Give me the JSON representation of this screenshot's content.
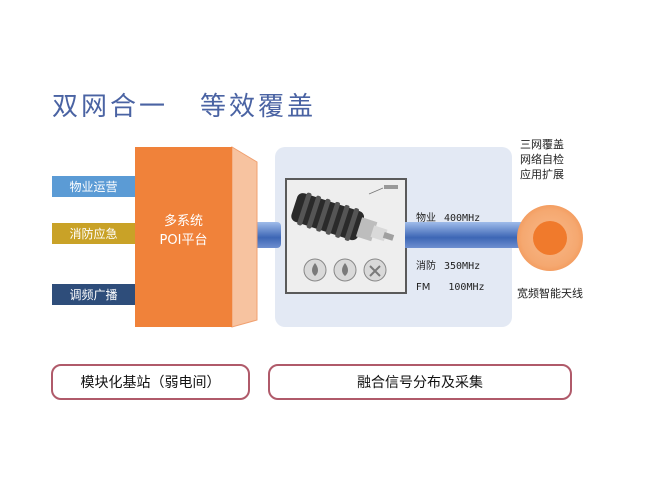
{
  "title": {
    "part1": "双网合一",
    "part2": "等效覆盖"
  },
  "left_labels": [
    {
      "text": "物业运营",
      "color": "#5b9bd5"
    },
    {
      "text": "消防应急",
      "color": "#c9a227"
    },
    {
      "text": "调频广播",
      "color": "#2e4d7a"
    }
  ],
  "poi": {
    "line1": "多系统",
    "line2": "POI平台",
    "color": "#f0823a"
  },
  "bands": [
    {
      "name": "物业",
      "freq": "400MHz"
    },
    {
      "name": "消防",
      "freq": "350MHz"
    },
    {
      "name": "FM",
      "freq": "100MHz"
    }
  ],
  "network_features": {
    "line1": "三网覆盖",
    "line2": "网络自检",
    "line3": "应用扩展"
  },
  "antenna_label": "宽频智能天线",
  "bottom": {
    "left": "模块化基站（弱电间）",
    "right": "融合信号分布及采集"
  }
}
